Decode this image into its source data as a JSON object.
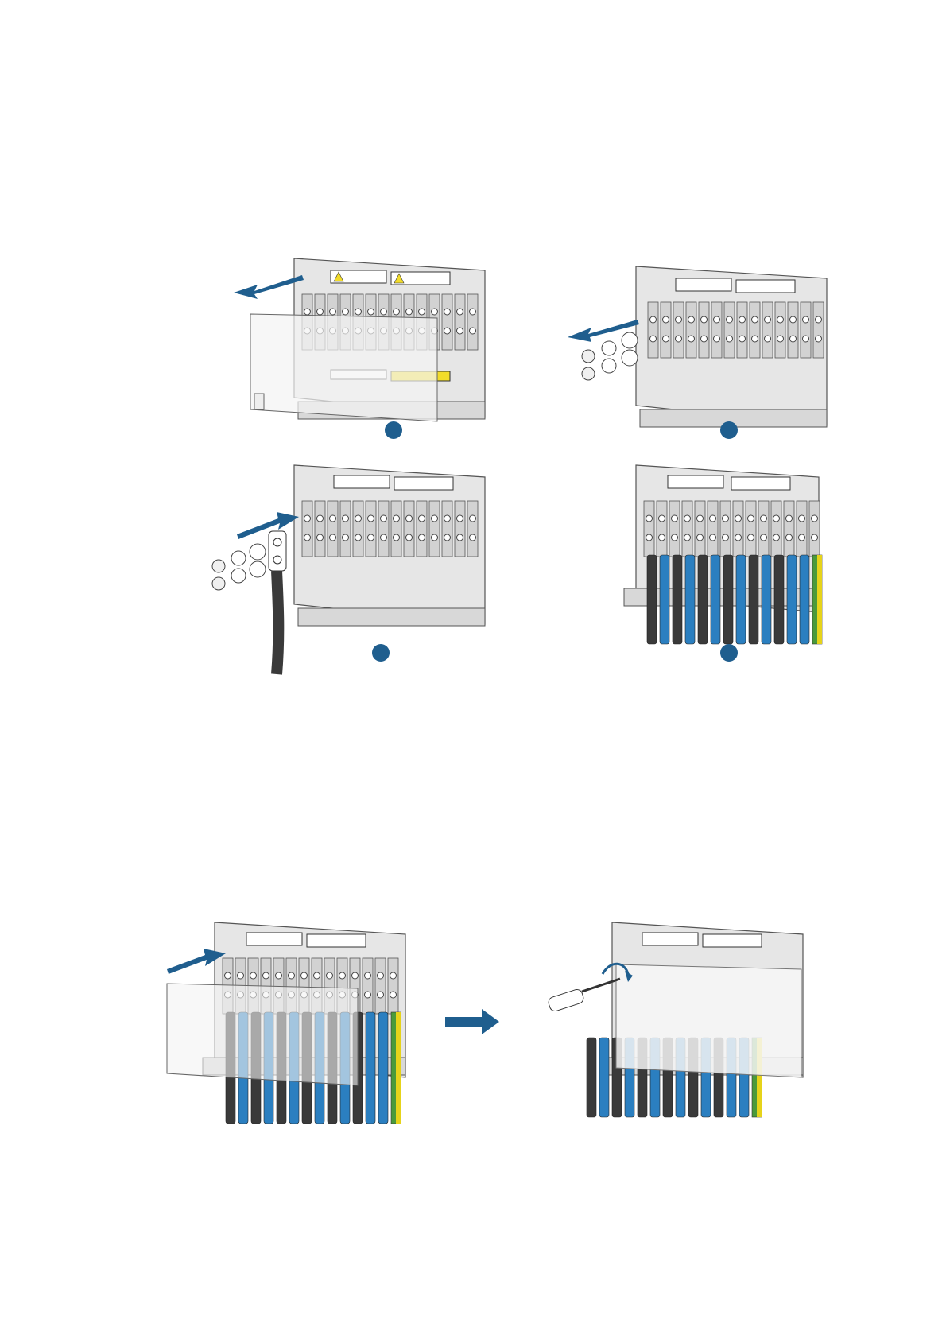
{
  "steps": [
    {
      "id": 1,
      "label": ""
    },
    {
      "id": 2,
      "label": ""
    },
    {
      "id": 3,
      "label": ""
    },
    {
      "id": 4,
      "label": ""
    }
  ],
  "colors": {
    "arrow": "#1f5e8e",
    "step_badge": "#1f5e8e",
    "panel_fill": "#e6e6e6",
    "panel_stroke": "#555555",
    "label_yellow": "#f2dc2a",
    "cable_black": "#3a3a3a",
    "cable_blue": "#2b7fc0",
    "cable_green": "#4a9a3a",
    "cable_yellow": "#e6d31a",
    "cover_fill": "#f4f4f4"
  },
  "icons": {
    "direction_arrow": "arrow-icon",
    "screwdriver": "screwdriver-icon",
    "nut": "nut-icon",
    "washer": "washer-icon"
  },
  "cable_pattern": [
    "black",
    "blue",
    "black",
    "blue",
    "black",
    "blue",
    "black",
    "blue",
    "black",
    "blue",
    "black",
    "blue",
    "blue",
    "green-yellow"
  ]
}
